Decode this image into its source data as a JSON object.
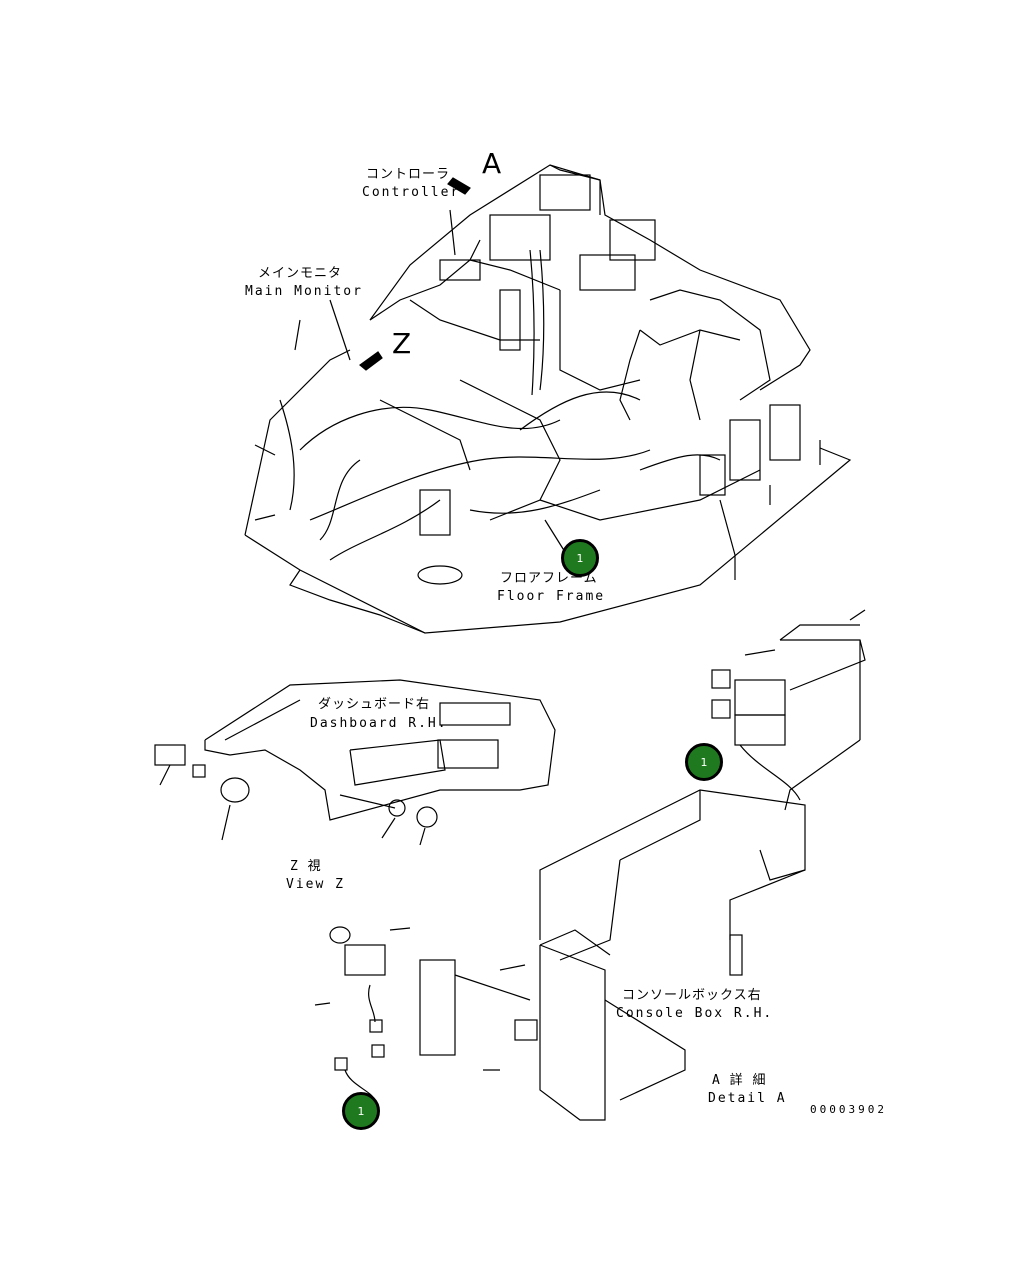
{
  "labels": {
    "controller_jp": "コントローラ",
    "controller_en": "Controller",
    "main_monitor_jp": "メインモニタ",
    "main_monitor_en": "Main Monitor",
    "floor_frame_jp": "フロアフレーム",
    "floor_frame_en": "Floor Frame",
    "dashboard_jp": "ダッシュボード右",
    "dashboard_en": "Dashboard R.H.",
    "view_z_jp": "Z  視",
    "view_z_en": "View Z",
    "console_box_jp": "コンソールボックス右",
    "console_box_en": "Console Box R.H.",
    "detail_a_jp": "A 詳 細",
    "detail_a_en": "Detail A",
    "arrow_a": "A",
    "arrow_z": "Z"
  },
  "callouts": [
    {
      "number": "1"
    },
    {
      "number": "1"
    },
    {
      "number": "1"
    }
  ],
  "drawing_number": "00003902"
}
